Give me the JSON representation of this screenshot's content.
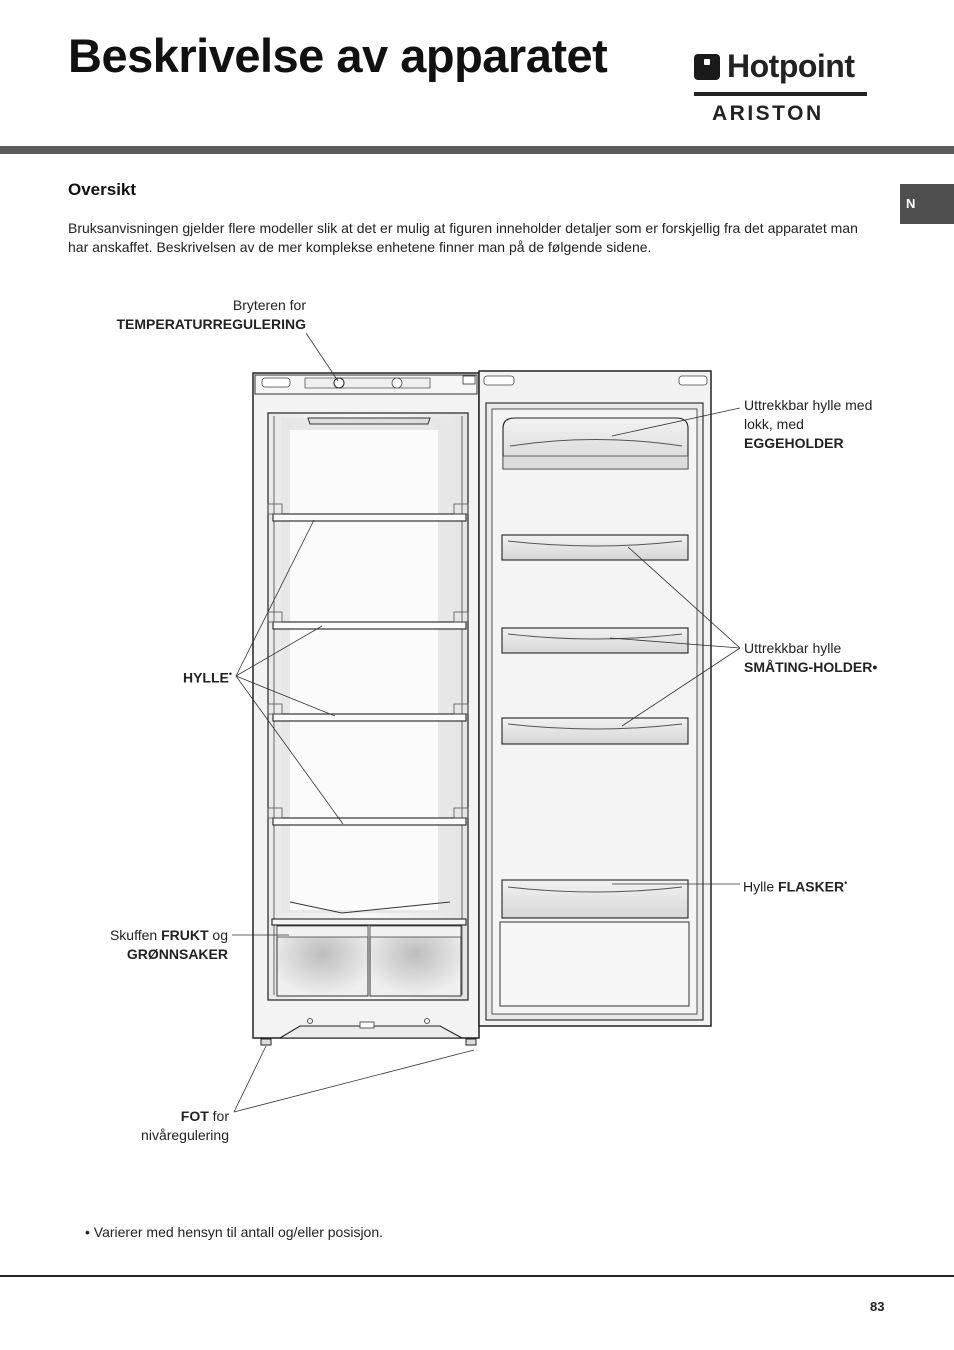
{
  "header": {
    "title": "Beskrivelse av apparatet",
    "logo": {
      "brand": "Hotpoint",
      "sub": "ARISTON"
    },
    "language_tab": "N"
  },
  "section": {
    "heading": "Oversikt",
    "intro": "Bruksanvisningen gjelder flere modeller slik at det er mulig at figuren inneholder detaljer som er forskjellig fra det apparatet man har anskaffet. Beskrivelsen av de mer komplekse enhetene finner man på de følgende sidene."
  },
  "labels": {
    "temp_line1": "Bryteren for",
    "temp_line2": "TEMPERATURREGULERING",
    "egg_line1": "Uttrekkbar hylle med",
    "egg_line2": "lokk, med",
    "egg_line3": "EGGEHOLDER",
    "shelf": "HYLLE",
    "shelf_mark": "•",
    "small_line1": "Uttrekkbar hylle",
    "small_line2": "SMÅTING-HOLDER•",
    "bottle_prefix": "Hylle ",
    "bottle_bold": "FLASKER",
    "bottle_mark": "•",
    "drawer_prefix": "Skuffen ",
    "drawer_bold": "FRUKT",
    "drawer_mid": " og",
    "drawer_line2": "GRØNNSAKER",
    "foot_bold": "FOT",
    "foot_suffix": " for",
    "foot_line2": "nivåregulering"
  },
  "footnote": "• Varierer med hensyn til antall og/eller posisjon.",
  "page_number": "83",
  "colors": {
    "band": "#5c5c5c",
    "tab": "#4f4f4f",
    "text": "#1a1a1a"
  }
}
